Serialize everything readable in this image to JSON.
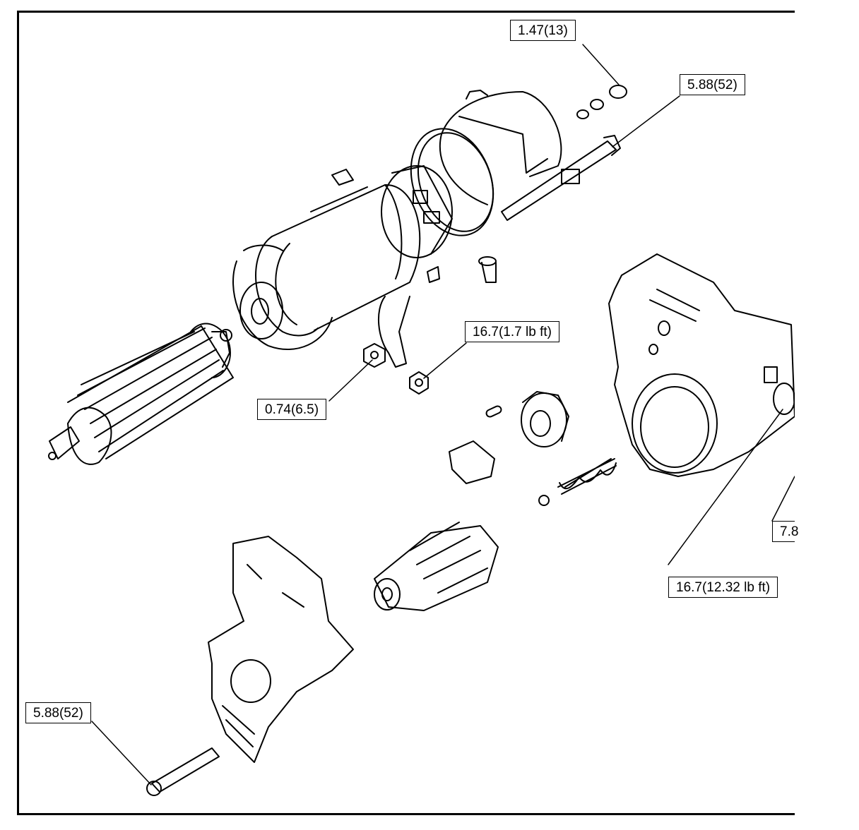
{
  "labels": {
    "torque_cap_screw": "1.47(13)",
    "torque_through_bolt": "5.88(52)",
    "torque_terminal_nut": "16.7(1.7 lb ft)",
    "torque_small_nut": "0.74(6.5)",
    "torque_housing": "16.7(12.32 lb ft)",
    "torque_bottom_bolt": "5.88(52)",
    "torque_cut_off": "7.8"
  }
}
